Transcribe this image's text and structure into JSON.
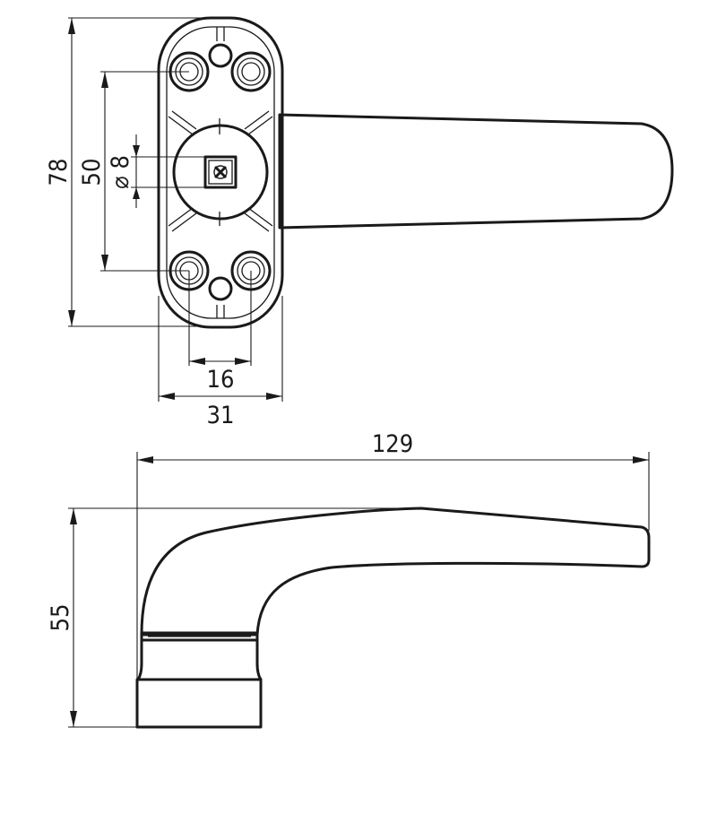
{
  "dimensions": {
    "total_height": "78",
    "hole_spacing_vertical": "50",
    "square_spindle_label": "⌀ 8",
    "hole_spacing_horizontal": "16",
    "plate_width": "31",
    "handle_length": "129",
    "handle_height": "55"
  }
}
